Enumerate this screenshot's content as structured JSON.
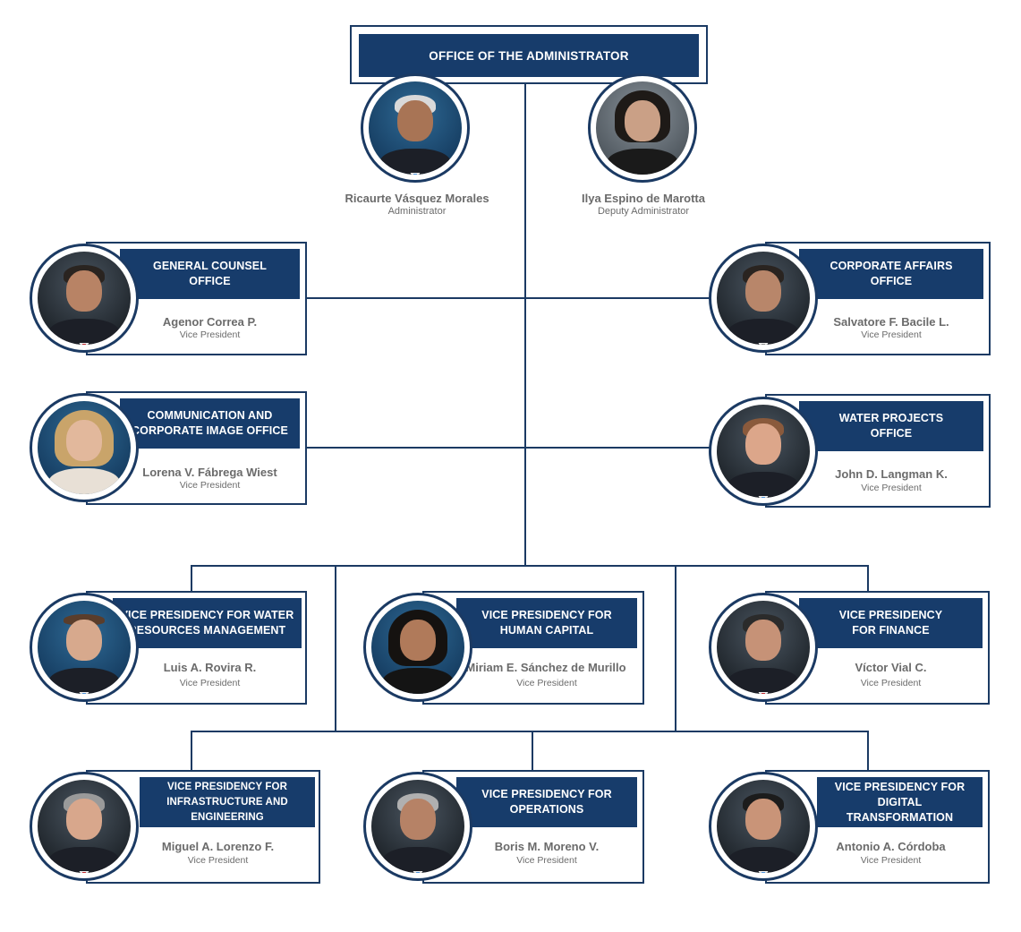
{
  "top": {
    "title": "OFFICE OF THE ADMINISTRATOR",
    "administrator": {
      "name": "Ricaurte Vásquez Morales",
      "role": "Administrator"
    },
    "deputy": {
      "name": "Ilya Espino de Marotta",
      "role": "Deputy Administrator"
    }
  },
  "offices": {
    "general_counsel": {
      "title": "GENERAL COUNSEL\nOFFICE",
      "name": "Agenor Correa P.",
      "role": "Vice President"
    },
    "corporate_affairs": {
      "title": "CORPORATE AFFAIRS\nOFFICE",
      "name": "Salvatore F. Bacile L.",
      "role": "Vice President"
    },
    "communication": {
      "title": "COMMUNICATION AND\nCORPORATE IMAGE OFFICE",
      "name": "Lorena V. Fábrega Wiest",
      "role": "Vice President"
    },
    "water_projects": {
      "title": "WATER PROJECTS\nOFFICE",
      "name": "John D. Langman K.",
      "role": "Vice President"
    }
  },
  "vice_presidencies": {
    "water_resources": {
      "title": "VICE PRESIDENCY FOR WATER\nRESOURCES MANAGEMENT",
      "name": "Luis A. Rovira R.",
      "role": "Vice President"
    },
    "human_capital": {
      "title": "VICE PRESIDENCY FOR\nHUMAN CAPITAL",
      "name": "Miriam E. Sánchez de Murillo",
      "role": "Vice President"
    },
    "finance": {
      "title": "VICE PRESIDENCY\nFOR FINANCE",
      "name": "Víctor Vial C.",
      "role": "Vice President"
    },
    "infrastructure": {
      "title": "VICE PRESIDENCY FOR\nINFRASTRUCTURE AND ENGINEERING",
      "name": "Miguel A. Lorenzo F.",
      "role": "Vice President"
    },
    "operations": {
      "title": "VICE PRESIDENCY FOR\nOPERATIONS",
      "name": "Boris M. Moreno V.",
      "role": "Vice President"
    },
    "digital": {
      "title": "VICE PRESIDENCY FOR DIGITAL\nTRANSFORMATION",
      "name": "Antonio A. Córdoba",
      "role": "Vice President"
    }
  },
  "colors": {
    "brand_navy": "#173c6b",
    "text_grey": "#6b6b6b"
  }
}
